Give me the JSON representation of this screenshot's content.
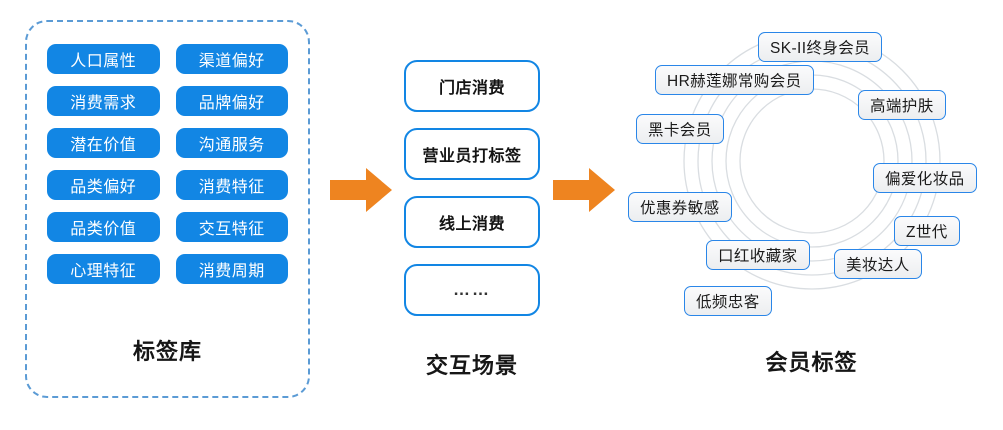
{
  "library": {
    "caption": "标签库",
    "tags": [
      "人口属性",
      "渠道偏好",
      "消费需求",
      "品牌偏好",
      "潜在价值",
      "沟通服务",
      "品类偏好",
      "消费特征",
      "品类价值",
      "交互特征",
      "心理特征",
      "消费周期"
    ]
  },
  "scenes": {
    "caption": "交互场景",
    "boxes": [
      "门店消费",
      "营业员打标签",
      "线上消费",
      "……"
    ]
  },
  "member": {
    "caption": "会员标签",
    "tags": [
      "SK-II终身会员",
      "HR赫莲娜常购会员",
      "高端护肤",
      "黑卡会员",
      "偏爱化妆品",
      "优惠券敏感",
      "Z世代",
      "口红收藏家",
      "美妆达人",
      "低频忠客"
    ]
  },
  "colors": {
    "pill_blue": "#1286e4",
    "dashed_border": "#5b9bd5",
    "arrow_orange": "#ee8420",
    "avatar_ring": "#e8833a",
    "avatar_bg": "#c8e6f5",
    "tag_border": "#2a86e8",
    "ring_line": "#d9dde1",
    "skin": "#ee7f6e",
    "hair": "#1b1b1b",
    "dress": "#faf6e6"
  },
  "icons": {
    "arrow1": "arrow-right-icon",
    "arrow2": "arrow-right-icon",
    "avatar": "woman-avatar-illustration"
  }
}
